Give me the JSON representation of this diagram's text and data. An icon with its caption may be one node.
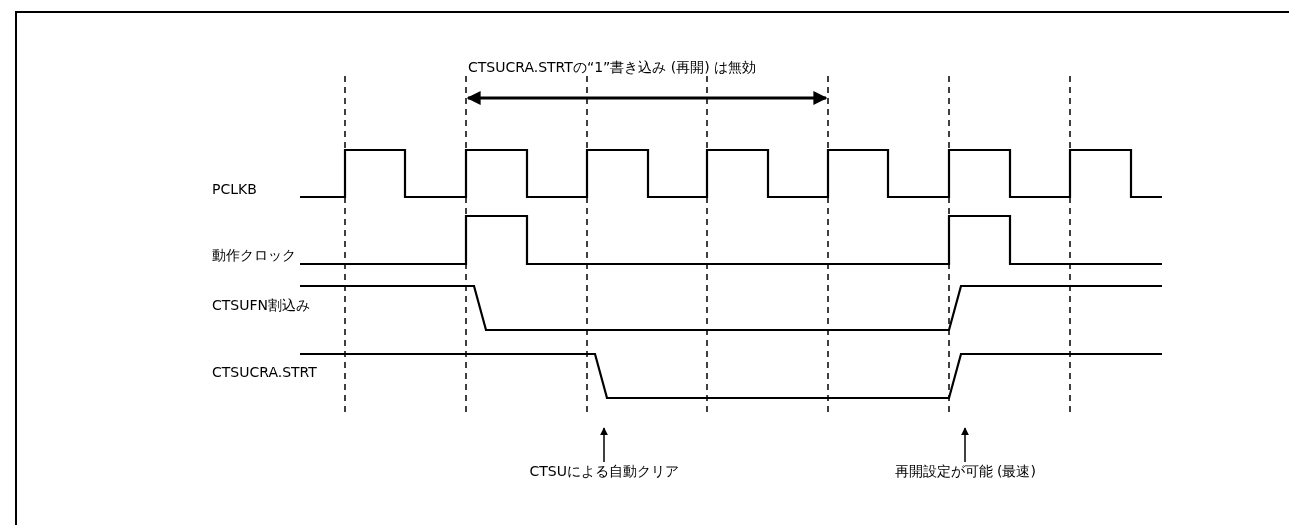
{
  "diagram": {
    "nodes": [
      {
        "text": [
          "CTSUによる自動クリア"
        ]
      },
      {
        "text": [
          "再開設定が可能 (最速)"
        ]
      }
    ],
    "edges": [
      {
        "from": 0,
        "to": null,
        "arrow": "to"
      },
      {
        "from": 1,
        "to": null,
        "arrow": "to"
      }
    ],
    "labels": [
      "CTSUCRA.STRTの“1”書き込み (再開) は無効",
      "PCLKB",
      "動作クロック",
      "CTSUFN割込み",
      "CTSUCRA.STRT"
    ]
  }
}
